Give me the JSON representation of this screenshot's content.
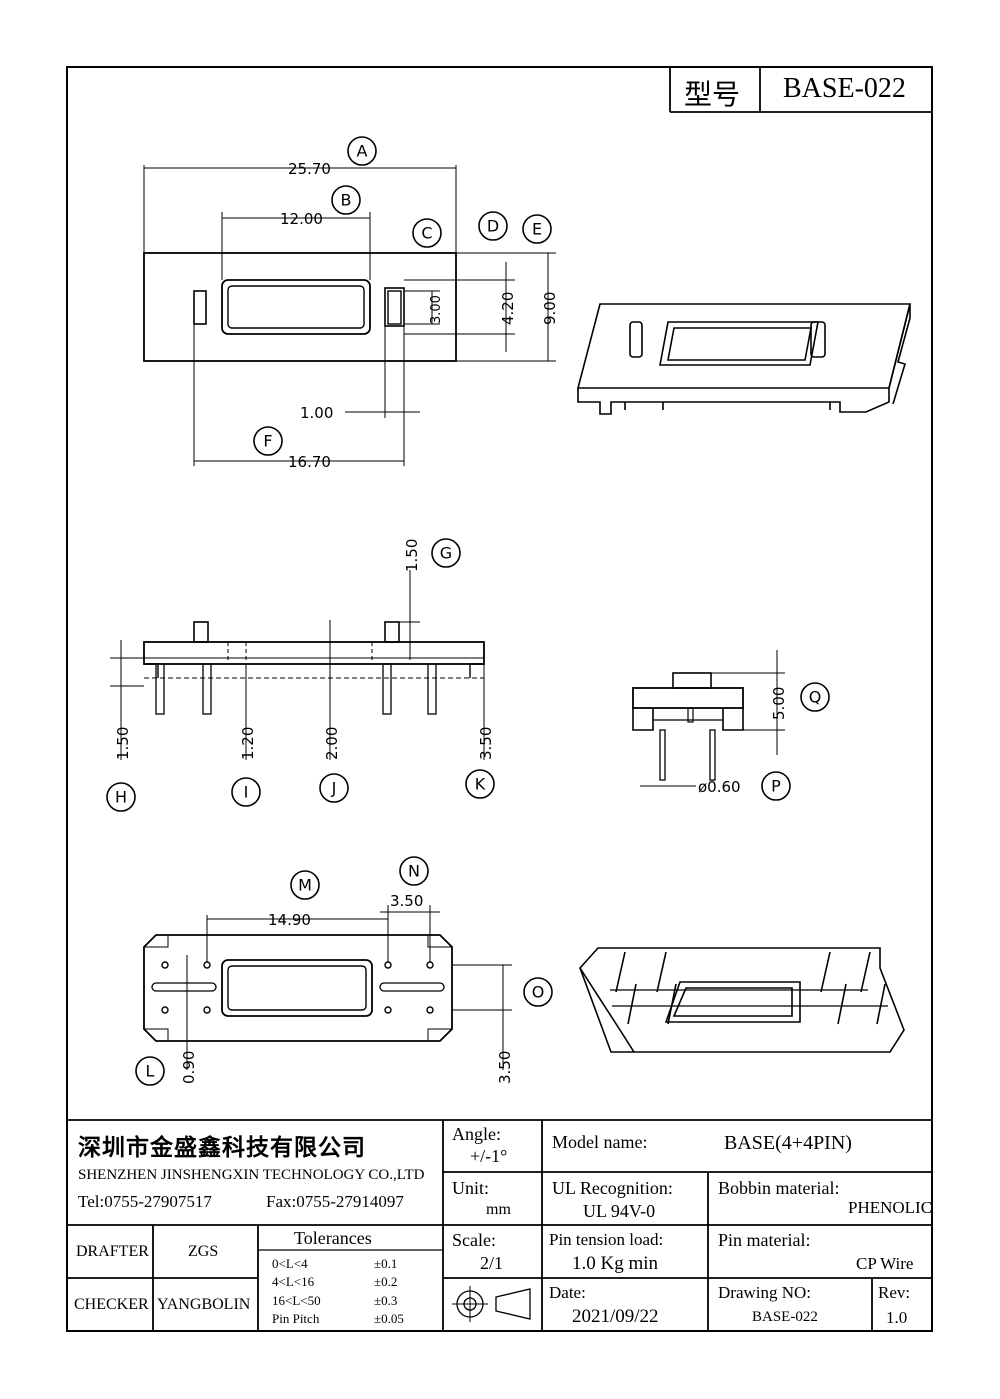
{
  "header": {
    "model_label": "型号",
    "model_value": "BASE-022"
  },
  "dimensions": {
    "A": "25.70",
    "B": "12.00",
    "D": "4.20",
    "D_inner": "3.00",
    "E": "9.00",
    "C_pin": "1.00",
    "F": "16.70",
    "G": "1.50",
    "H": "1.50",
    "I": "1.20",
    "J": "2.00",
    "K": "3.50",
    "Q": "5.00",
    "P": "ø0.60",
    "M": "14.90",
    "N": "3.50",
    "L": "0.90",
    "O": "3.50"
  },
  "callouts": [
    "A",
    "B",
    "C",
    "D",
    "E",
    "F",
    "G",
    "H",
    "I",
    "J",
    "K",
    "L",
    "M",
    "N",
    "O",
    "P",
    "Q"
  ],
  "title_block": {
    "company_cn": "深圳市金盛鑫科技有限公司",
    "company_en": "SHENZHEN JINSHENGXIN TECHNOLOGY CO.,LTD",
    "tel": "Tel:0755-27907517",
    "fax": "Fax:0755-27914097",
    "angle_label": "Angle:",
    "angle_value": "+/-1°",
    "unit_label": "Unit:",
    "unit_value": "mm",
    "scale_label": "Scale:",
    "scale_value": "2/1",
    "model_name_label": "Model name:",
    "model_name_value": "BASE(4+4PIN)",
    "ul_label": "UL Recognition:",
    "ul_value": "UL 94V-0",
    "bobbin_label": "Bobbin material:",
    "bobbin_value": "PHENOLIC",
    "pin_tension_label": "Pin tension load:",
    "pin_tension_value": "1.0 Kg min",
    "pin_material_label": "Pin material:",
    "pin_material_value": "CP Wire",
    "date_label": "Date:",
    "date_value": "2021/09/22",
    "drawing_no_label": "Drawing NO:",
    "drawing_no_value": "BASE-022",
    "rev_label": "Rev:",
    "rev_value": "1.0",
    "drafter_label": "DRAFTER",
    "drafter_value": "ZGS",
    "checker_label": "CHECKER",
    "checker_value": "YANGBOLIN",
    "tolerances_title": "Tolerances",
    "tolerances": [
      {
        "range": "0<L<4",
        "value": "±0.1"
      },
      {
        "range": "4<L<16",
        "value": "±0.2"
      },
      {
        "range": "16<L<50",
        "value": "±0.3"
      },
      {
        "range": "Pin Pitch",
        "value": "±0.05"
      }
    ]
  }
}
